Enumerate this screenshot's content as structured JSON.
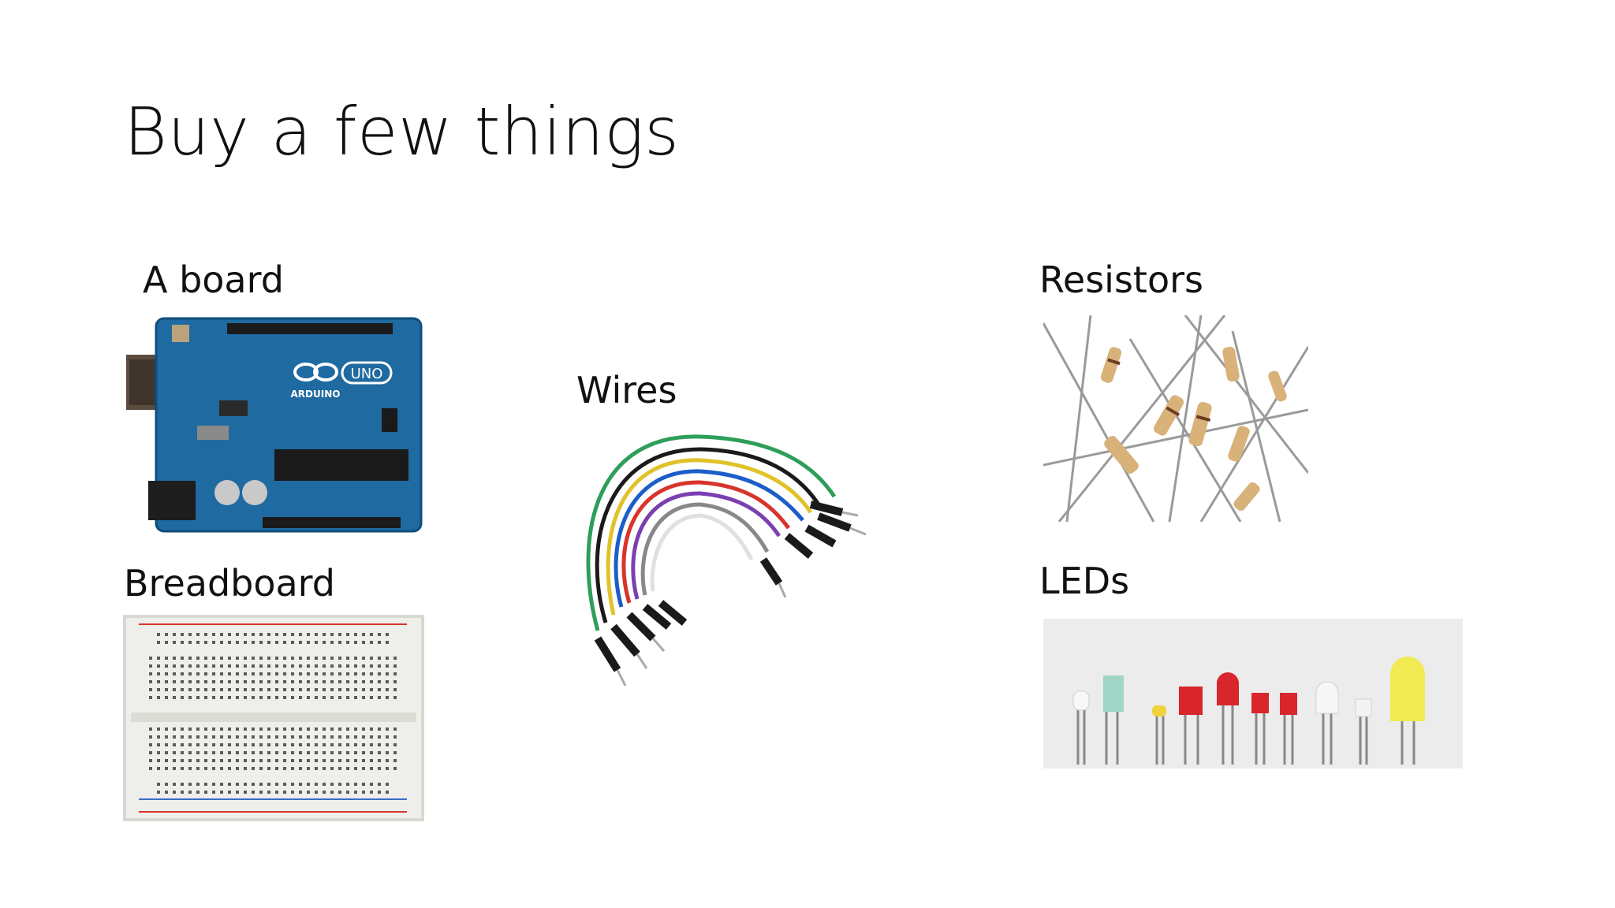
{
  "slide": {
    "title": "Buy a few things",
    "items": [
      {
        "label": "A board",
        "icon": "arduino-uno-board"
      },
      {
        "label": "Breadboard",
        "icon": "breadboard"
      },
      {
        "label": "Wires",
        "icon": "jumper-wires"
      },
      {
        "label": "Resistors",
        "icon": "resistors"
      },
      {
        "label": "LEDs",
        "icon": "leds"
      }
    ],
    "board_text": {
      "brand": "ARDUINO",
      "model": "UNO"
    }
  },
  "colors": {
    "board_blue": "#1f6aa0",
    "wire_colors": [
      "#1a1a1a",
      "#2e9e5a",
      "#e0c22a",
      "#d8342c",
      "#1c5ec9",
      "#7a3fb0",
      "#888888",
      "#e0e0e0"
    ]
  }
}
